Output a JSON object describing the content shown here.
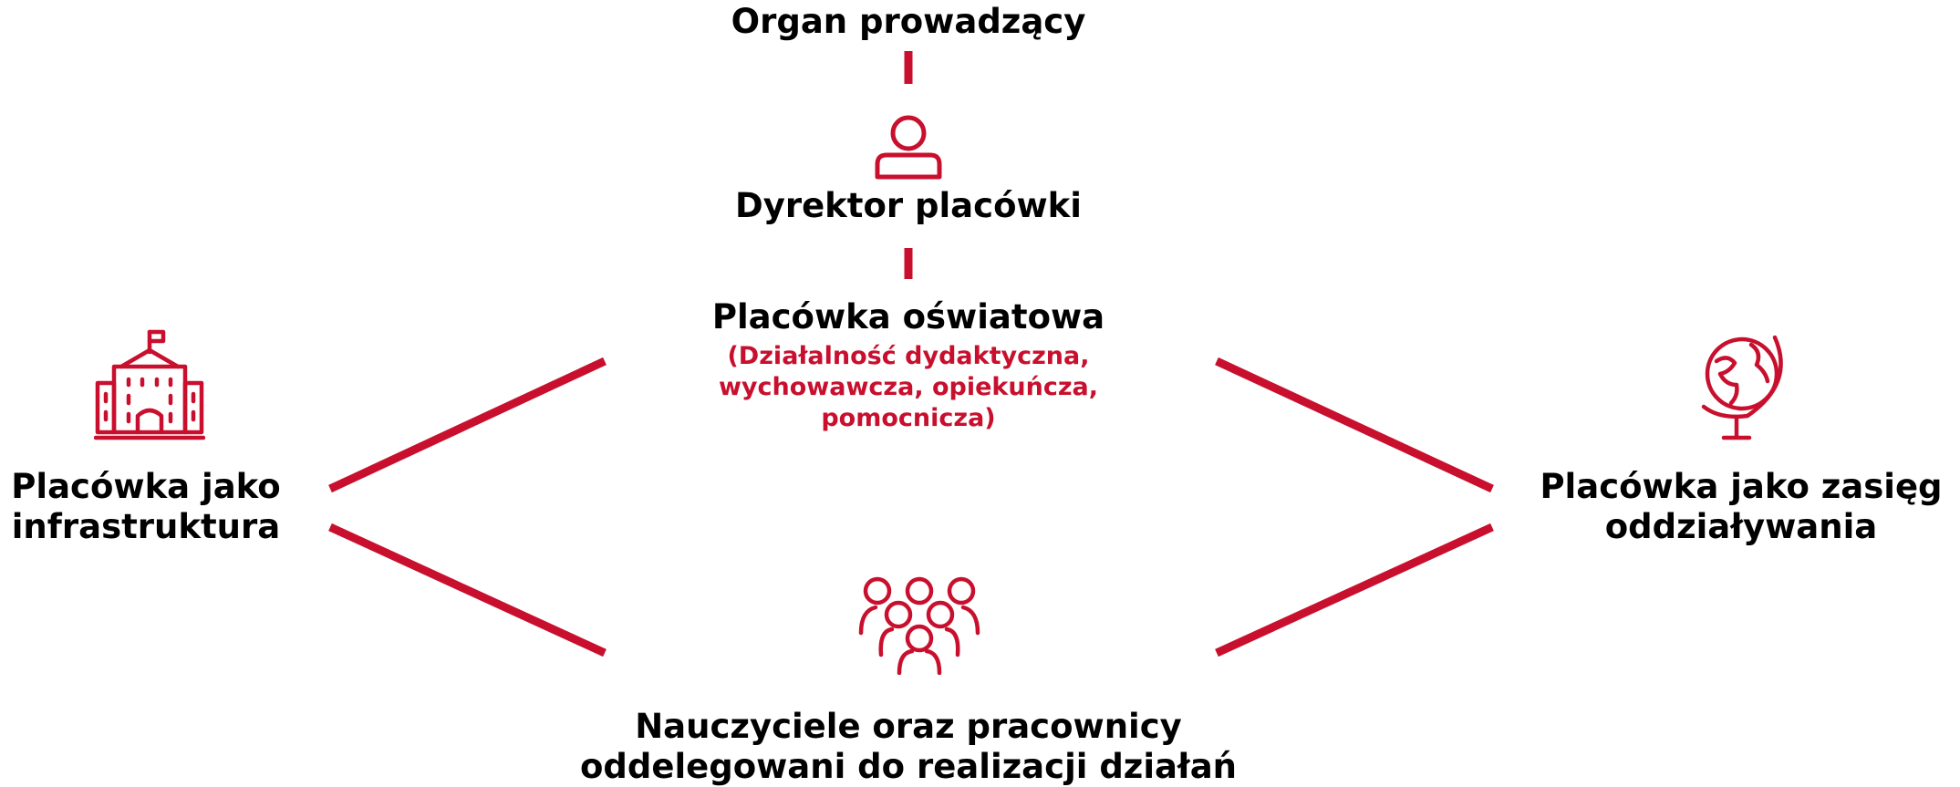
{
  "colors": {
    "accent": "#C8102E",
    "text": "#000000",
    "background": "#ffffff"
  },
  "top": {
    "title": "Organ prowadzący"
  },
  "director": {
    "title": "Dyrektor placówki",
    "icon": "person-icon"
  },
  "center": {
    "title": "Placówka oświatowa",
    "subtitle_lines": [
      "(Działalność dydaktyczna,",
      "wychowawcza, opiekuńcza,",
      "pomocnicza)"
    ]
  },
  "left": {
    "title_lines": [
      "Placówka jako",
      "infrastruktura"
    ],
    "icon": "school-building-icon"
  },
  "right": {
    "title_lines": [
      "Placówka jako zasięg",
      "oddziaływania"
    ],
    "icon": "globe-icon"
  },
  "bottom": {
    "title_lines": [
      "Nauczyciele oraz pracownicy",
      "oddelegowani do realizacji działań"
    ],
    "icon": "people-group-icon"
  }
}
